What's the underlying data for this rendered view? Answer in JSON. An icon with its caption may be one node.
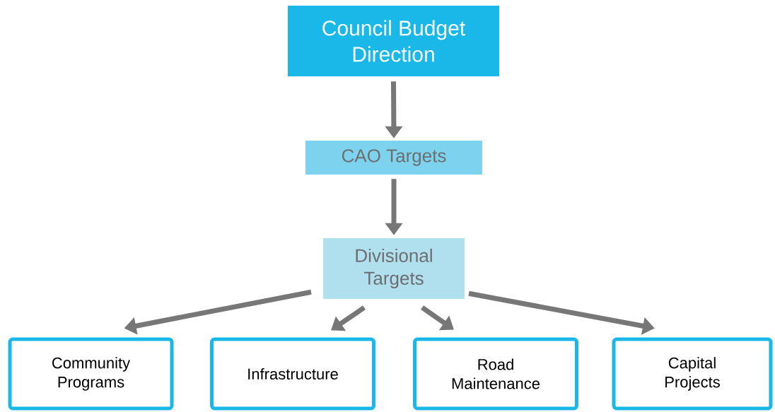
{
  "diagram": {
    "nodes": [
      {
        "text": [
          "Council Budget Direction"
        ]
      },
      {
        "text": [
          "CAO Targets"
        ]
      },
      {
        "text": [
          "Divisional Targets"
        ]
      },
      {
        "text": [
          "Community Programs"
        ]
      },
      {
        "text": [
          "Infrastructure"
        ]
      },
      {
        "text": [
          "Road Maintenance"
        ]
      },
      {
        "text": [
          "Capital Projects"
        ]
      }
    ],
    "edges": [
      {
        "from": 0,
        "to": 1,
        "arrow": "to"
      },
      {
        "from": 1,
        "to": 2,
        "arrow": "to"
      },
      {
        "from": 2,
        "to": 3,
        "arrow": "to"
      },
      {
        "from": 2,
        "to": 4,
        "arrow": "to"
      },
      {
        "from": 2,
        "to": 5,
        "arrow": "to"
      },
      {
        "from": 2,
        "to": 6,
        "arrow": "to"
      }
    ]
  }
}
